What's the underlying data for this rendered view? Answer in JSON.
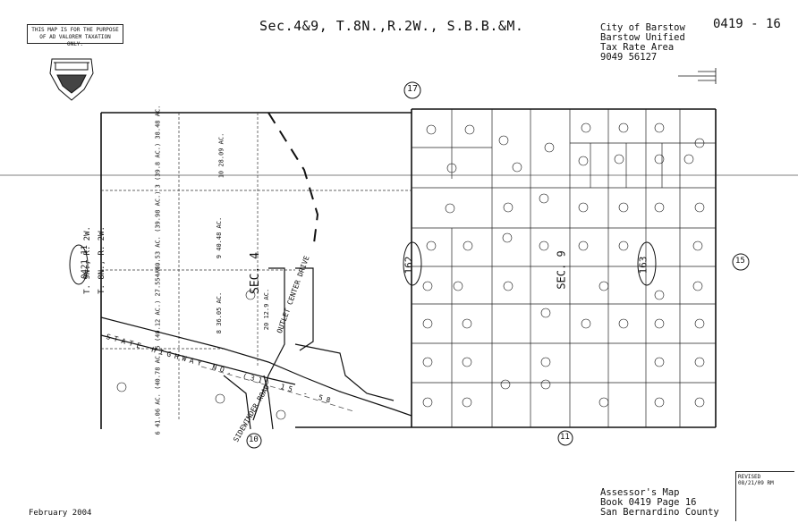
{
  "header": {
    "disclaimer": "THIS MAP IS FOR THE PURPOSE OF AD VALOREM TAXATION ONLY.",
    "title": "Sec.4&9, T.8N.,R.2W., S.B.B.&M.",
    "city_lines": [
      "City of Barstow",
      "Barstow Unified",
      "Tax Rate Area",
      "9049 56127"
    ],
    "map_number": "0419 - 16"
  },
  "footer": {
    "date": "February 2004",
    "revised_label": "REVISED",
    "revised_date": "08/21/09 RM",
    "book_lines": [
      "Assessor's Map",
      "Book 0419 Page 16",
      "San Bernardino County"
    ]
  },
  "map": {
    "adjacent_pages": {
      "top": "17",
      "left": "0421 11",
      "bottom_left": "10",
      "bottom": "11",
      "right": "15"
    },
    "big_circles": [
      "162",
      "163"
    ],
    "section_labels": {
      "sec4": "SEC. 4",
      "sec9": "SEC. 9"
    },
    "township_labels": [
      "T. 9N., R. 2W.",
      "T. 8N., R. 2W."
    ],
    "roads": {
      "highway": "STATE HIGHWAY NO. (31) 15 - 58",
      "outlet": "OUTLET CENTER DRIVE",
      "sidewinder": "SIDEWINDER ROAD"
    },
    "west_parcels": [
      {
        "num": "3",
        "sub": "(39.8 AC.)",
        "ac": "38.48 AC."
      },
      {
        "num": "10",
        "sub": "28.09 AC.",
        "ac": ""
      },
      {
        "num": "4",
        "sub": "40.53 AC.",
        "ac": "(39.98 AC.)"
      },
      {
        "num": "9",
        "sub": "40.48 AC.",
        "ac": ""
      },
      {
        "num": "5",
        "sub": "(40.12 AC.)",
        "ac": "27.55 AC."
      },
      {
        "num": "8",
        "sub": "36.05 AC.",
        "ac": ""
      },
      {
        "num": "6",
        "sub": "41.06 AC.",
        "ac": "(40.78 AC.)"
      },
      {
        "num": "20",
        "sub": "12.9 AC.",
        "ac": ""
      }
    ]
  }
}
